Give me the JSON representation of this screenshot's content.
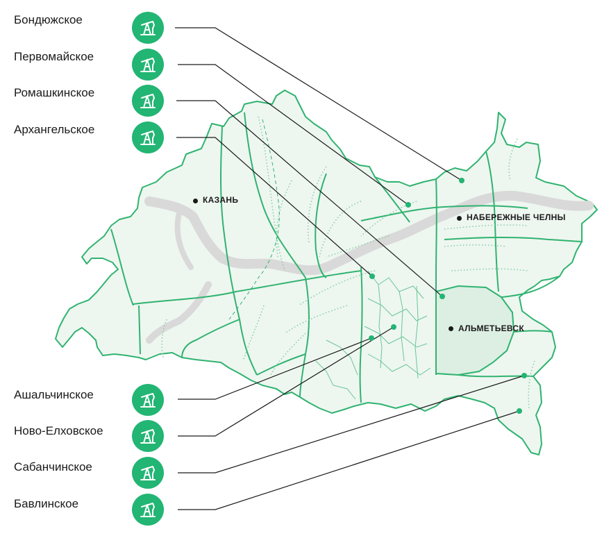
{
  "fields": [
    {
      "name": "Бондюжское",
      "icon": "oil-pump-icon"
    },
    {
      "name": "Первомайское",
      "icon": "oil-pump-icon"
    },
    {
      "name": "Ромашкинское",
      "icon": "oil-pump-icon"
    },
    {
      "name": "Архангельское",
      "icon": "oil-pump-icon"
    },
    {
      "name": "Ашальчинское",
      "icon": "oil-pump-icon"
    },
    {
      "name": "Ново-Елховское",
      "icon": "oil-pump-icon"
    },
    {
      "name": "Сабанчинское",
      "icon": "oil-pump-icon"
    },
    {
      "name": "Бавлинское",
      "icon": "oil-pump-icon"
    }
  ],
  "cities": [
    {
      "name": "КАЗАНЬ"
    },
    {
      "name": "НАБЕРЕЖНЫЕ ЧЕЛНЫ"
    },
    {
      "name": "АЛЬМЕТЬЕВСК"
    }
  ],
  "colors": {
    "accent": "#22b573",
    "region_fill": "#eef6f0",
    "region_border": "#2fb36f",
    "river": "#d9d9d9",
    "highlight_fill": "#dcefe2",
    "leader_line": "#1a1a1a",
    "text": "#1a1a1a"
  }
}
